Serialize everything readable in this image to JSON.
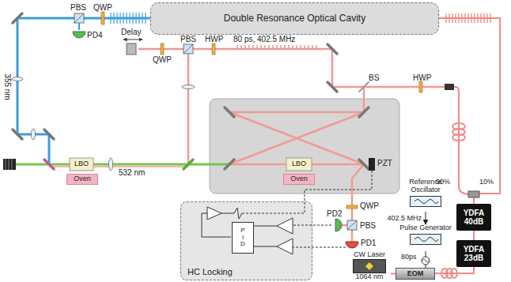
{
  "diagram": {
    "nodes": [
      {
        "text": [
          "Double Resonance Optical Cavity"
        ]
      },
      {
        "text": [
          "Oven"
        ]
      },
      {
        "text": [
          "Oven"
        ]
      },
      {
        "text": [
          "HC Locking"
        ]
      },
      {
        "text": [
          "P",
          "I",
          "D"
        ],
        "in": 3
      },
      {
        "text": [
          "Reference Oscillator"
        ]
      },
      {
        "text": [
          "Pulse Generator"
        ]
      },
      {
        "text": [
          "YDFA 40dB"
        ]
      },
      {
        "text": [
          "YDFA 23dB"
        ]
      },
      {
        "text": [
          "CW Laser",
          "1064 nm"
        ]
      },
      {
        "text": [
          "EOM"
        ]
      }
    ],
    "edges": [
      {
        "from": 5,
        "to": 6,
        "arrow": "to",
        "label": "402.5 MHz"
      },
      {
        "from": 6,
        "to": 10,
        "arrow": "none"
      },
      {
        "from": 9,
        "to": 10,
        "arrow": "none"
      },
      {
        "from": 10,
        "to": 8,
        "arrow": "none"
      },
      {
        "from": 8,
        "to": 7,
        "arrow": "none"
      },
      {
        "from": 7,
        "to": 0,
        "arrow": "none"
      }
    ],
    "labels": [
      "PBS",
      "QWP",
      "PD4",
      "355 nm",
      "Delay",
      "QWP",
      "PBS",
      "HWP",
      "80 ps, 402.5 MHz",
      "LBO",
      "532 nm",
      "LBO",
      "BS",
      "PZT",
      "QWP",
      "PBS",
      "PD2",
      "PD1",
      "HWP",
      "90%",
      "10%",
      "80ps"
    ]
  }
}
